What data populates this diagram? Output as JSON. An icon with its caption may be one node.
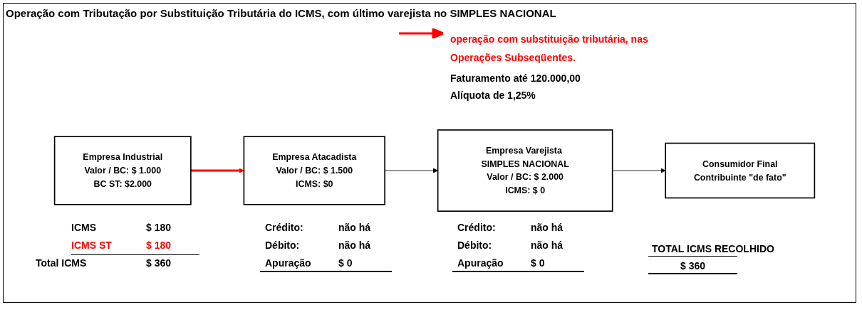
{
  "diagram": {
    "title": "Operação com Tributação por Substituição Tributária do ICMS, com último varejista no SIMPLES NACIONAL",
    "nodes": [
      {
        "text": [
          "Empresa Industrial",
          "Valor / BC: $ 1.000",
          "BC ST: $2.000"
        ]
      },
      {
        "text": [
          "Empresa Atacadista",
          "Valor / BC: $ 1.500",
          "ICMS: $0"
        ]
      },
      {
        "text": [
          "Empresa Varejista SIMPLES NACIONAL",
          "Valor / BC: $ 2.000",
          "ICMS: $ 0"
        ]
      },
      {
        "text": [
          "Consumidor Final",
          "Contribuinte \"de fato\""
        ]
      }
    ],
    "edges": [
      {
        "from": 0,
        "to": 1,
        "arrow": "to",
        "style": "thick",
        "color": "#ff0000"
      },
      {
        "from": 1,
        "to": 2,
        "arrow": "to"
      },
      {
        "from": 2,
        "to": 3,
        "arrow": "to"
      }
    ],
    "labels": [
      "Faturamento até 120.000,00",
      "Alíquota de 1,25%",
      "ICMS",
      "$ 180",
      "ICMS ST",
      "$ 180",
      "Total ICMS",
      "$ 360",
      "Crédito:",
      "não há",
      "Débito:",
      "não há",
      "Apuração",
      "$ 0",
      "Crédito:",
      "não há",
      "Débito:",
      "não há",
      "Apuração",
      "$ 0",
      "TOTAL ICMS RECOLHIDO",
      "$ 360"
    ],
    "legend": [
      {
        "text": "operação com substituição tributária, nas Operações Subseqüentes."
      }
    ]
  }
}
